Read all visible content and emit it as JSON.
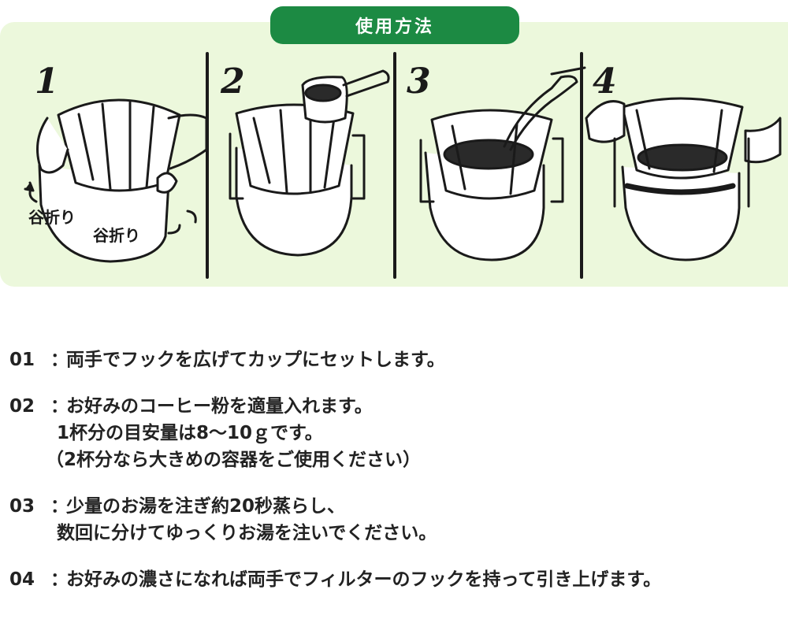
{
  "header": {
    "title": "使用方法"
  },
  "illustration": {
    "step_numbers": [
      "1",
      "2",
      "3",
      "4"
    ],
    "fold_labels": [
      "谷折り",
      "谷折り"
    ]
  },
  "instructions": [
    {
      "num": "01",
      "lines": [
        "両手でフックを広げてカップにセットします。"
      ]
    },
    {
      "num": "02",
      "lines": [
        "お好みのコーヒー粉を適量入れます。",
        "1杯分の目安量は8～10ｇです。",
        "（2杯分なら大きめの容器をご使用ください）"
      ]
    },
    {
      "num": "03",
      "lines": [
        "少量のお湯を注ぎ約20秒蒸らし、",
        "数回に分けてゆっくりお湯を注いでください。"
      ]
    },
    {
      "num": "04",
      "lines": [
        "お好みの濃さになれば両手でフィルターのフックを持って引き上げます。"
      ]
    }
  ],
  "colors": {
    "header_green": "#1c8a43",
    "panel_bg": "#ecf8dc",
    "line_art": "#1a1a1a",
    "coffee": "#2a2a2a"
  }
}
